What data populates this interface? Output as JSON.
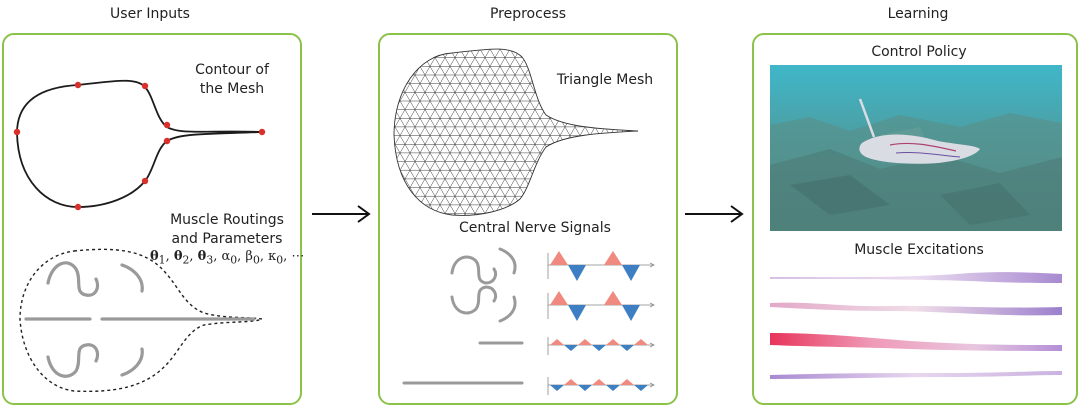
{
  "stages": {
    "inputs": "User Inputs",
    "preprocess": "Preprocess",
    "learning": "Learning"
  },
  "inputs_panel": {
    "contour_label_1": "Contour of",
    "contour_label_2": "the Mesh",
    "muscle_label_1": "Muscle Routings",
    "muscle_label_2": "and Parameters",
    "params": [
      "θ",
      "1",
      ", ",
      "θ",
      "2",
      ", ",
      "θ",
      "3",
      ", α",
      "0",
      ", β",
      "0",
      ", κ",
      "0",
      ", ⋯"
    ]
  },
  "preprocess_panel": {
    "mesh_label": "Triangle Mesh",
    "signals_label": "Central Nerve Signals"
  },
  "learning_panel": {
    "policy_label": "Control Policy",
    "excitations_label": "Muscle Excitations"
  },
  "colors": {
    "panel_border": "#8bc34a",
    "control_point": "#d9302c",
    "signal_positive": "#f08a80",
    "signal_negative": "#3e7fc4",
    "muscle_pink": "#e8345a",
    "muscle_purple": "#9b7fcc",
    "water": "#3fb7c9"
  },
  "icons": [
    "arrow-right-icon",
    "arrow-right-icon"
  ]
}
